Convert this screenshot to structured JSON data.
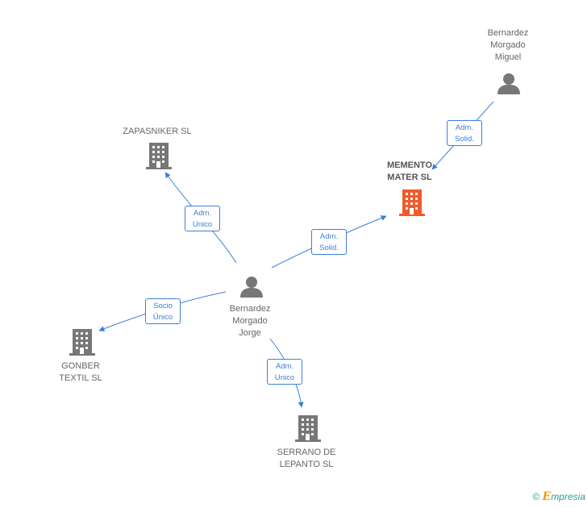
{
  "nodes": {
    "bernardez_miguel": {
      "label": "Bernardez\nMorgado\nMiguel",
      "kind": "person"
    },
    "memento": {
      "label": "MEMENTO\nMATER SL",
      "kind": "company-highlight"
    },
    "zapasniker": {
      "label": "ZAPASNIKER SL",
      "kind": "company"
    },
    "bernardez_jorge": {
      "label": "Bernardez\nMorgado\nJorge",
      "kind": "person"
    },
    "gonber": {
      "label": "GONBER\nTEXTIL SL",
      "kind": "company"
    },
    "serrano": {
      "label": "SERRANO DE\nLEPANTO  SL",
      "kind": "company"
    }
  },
  "relations": {
    "miguel_memento": "Adm.\nSolid.",
    "jorge_zapasniker": "Adm.\nUnico",
    "jorge_memento": "Adm.\nSolid.",
    "jorge_gonber": "Socio\nÚnico",
    "jorge_serrano": "Adm.\nUnico"
  },
  "colors": {
    "edge": "#3b7fd6",
    "company_icon": "#777777",
    "company_highlight_icon": "#f05a2a",
    "person_icon": "#777777"
  },
  "footer": {
    "copyright": "©",
    "brand_initial": "E",
    "brand_rest": "mpresia"
  }
}
